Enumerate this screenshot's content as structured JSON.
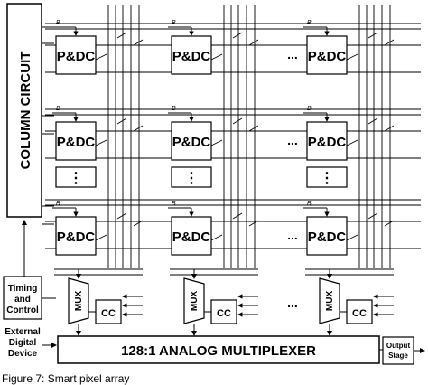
{
  "column_circuit_label": "COLUMN CIRCUIT",
  "pixel_block_label": "P&DC",
  "ellipsis": "...",
  "vertical_ellipsis": "⋮",
  "bias_label": "B",
  "timing_label_line1": "Timing",
  "timing_label_line2": "and",
  "timing_label_line3": "Control",
  "external_label_line1": "External",
  "external_label_line2": "Digital",
  "external_label_line3": "Device",
  "mux_label": "MUX",
  "cc_label": "CC",
  "analog_mux_label": "128:1 ANALOG MULTIPLEXER",
  "output_label_line1": "Output",
  "output_label_line2": "Stage",
  "caption": "Figure 7: Smart pixel array"
}
